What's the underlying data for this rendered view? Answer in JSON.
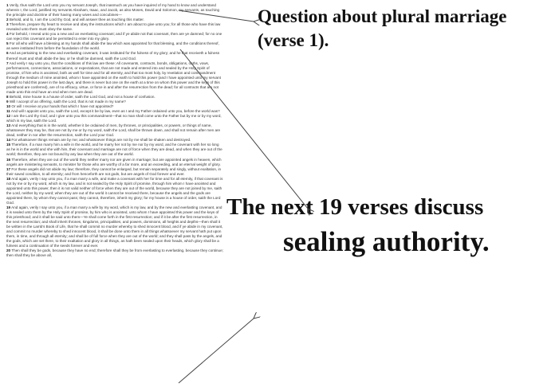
{
  "scripture": {
    "verses": [
      {
        "n": "1",
        "text": "Verily, thus saith the Lord unto you my servant Joseph, that inasmuch as you have inquired of my hand to know and understand wherein I, the Lord, justified my servants Abraham, Isaac, and Jacob, as also Moses, David and Solomon, my servants, as touching the principle and doctrine of their having many wives and concubines—"
      },
      {
        "n": "2",
        "text": "Behold, and lo, I am the Lord thy God, and will answer thee as touching this matter."
      },
      {
        "n": "3",
        "text": "Therefore, prepare thy heart to receive and obey the instructions which I am about to give unto you; for all those who have this law revealed unto them must obey the same."
      },
      {
        "n": "4",
        "text": "For behold, I reveal unto you a new and an everlasting covenant; and if ye abide not that covenant, then are ye damned; for no one can reject this covenant and be permitted to enter into my glory."
      },
      {
        "n": "5",
        "text": "For all who will have a blessing at my hands shall abide the law which was appointed for that blessing, and the conditions thereof, as were instituted from before the foundation of the world."
      },
      {
        "n": "6",
        "text": "And as pertaining to the new and everlasting covenant, it was instituted for the fulness of my glory; and he that receiveth a fulness thereof must and shall abide the law, or he shall be damned, saith the Lord God."
      },
      {
        "n": "7",
        "text": "And verily I say unto you, that the conditions of this law are these: All covenants, contracts, bonds, obligations, oaths, vows, performances, connections, associations, or expectations, that are not made and entered into and sealed by the Holy Spirit of promise, of him who is anointed, both as well for time and for all eternity, and that too most holy, by revelation and commandment through the medium of mine anointed, whom I have appointed on the earth to hold this power (and I have appointed unto my servant Joseph to hold this power in the last days, and there is never but one on the earth at a time on whom this power and the keys of this priesthood are conferred), are of no efficacy, virtue, or force in and after the resurrection from the dead; for all contracts that are not made unto this end have an end when men are dead."
      },
      {
        "n": "8",
        "text": "Behold, mine house is a house of order, saith the Lord God, and not a house of confusion."
      },
      {
        "n": "9",
        "text": "Will I accept of an offering, saith the Lord, that is not made in my name?"
      },
      {
        "n": "10",
        "text": "Or will I receive at your hands that which I have not appointed?"
      },
      {
        "n": "11",
        "text": "And will I appoint unto you, saith the Lord, except it be by law, even as I and my Father ordained unto you, before the world was?"
      },
      {
        "n": "12",
        "text": "I am the Lord thy God; and I give unto you this commandment—that no man shall come unto the Father but by me or by my word, which is my law, saith the Lord."
      },
      {
        "n": "13",
        "text": "And everything that is in the world, whether it be ordained of men, by thrones, or principalities, or powers, or things of name, whatsoever they may be, that are not by me or by my word, saith the Lord, shall be thrown down, and shall not remain after men are dead, neither in nor after the resurrection, saith the Lord your God."
      },
      {
        "n": "14",
        "text": "For whatsoever things remain are by me; and whatsoever things are not by me shall be shaken and destroyed."
      },
      {
        "n": "15",
        "text": "Therefore, if a man marry him a wife in the world, and he marry her not by me nor by my word, and he covenant with her so long as he is in the world and she with him, their covenant and marriage are not of force when they are dead, and when they are out of the world; therefore, they are not bound by any law when they are out of the world."
      },
      {
        "n": "16",
        "text": "Therefore, when they are out of the world they neither marry nor are given in marriage; but are appointed angels in heaven, which angels are ministering servants, to minister for those who are worthy of a far more, and an exceeding, and an eternal weight of glory."
      },
      {
        "n": "17",
        "text": "For these angels did not abide my law; therefore, they cannot be enlarged, but remain separately and singly, without exaltation, in their saved condition, to all eternity; and from henceforth are not gods, but are angels of God forever and ever."
      },
      {
        "n": "18",
        "text": "And again, verily I say unto you, if a man marry a wife, and make a covenant with her for time and for all eternity, if that covenant is not by me or by my word, which is my law, and is not sealed by the Holy Spirit of promise, through him whom I have anointed and appointed unto this power, then it is not valid neither of force when they are out of the world, because they are not joined by me, saith the Lord, neither by my word; when they are out of the world it cannot be received there, because the angels and the gods are appointed there, by whom they cannot pass; they cannot, therefore, inherit my glory; for my house is a house of order, saith the Lord God."
      },
      {
        "n": "19",
        "text": "And again, verily I say unto you, if a man marry a wife by my word, which is my law, and by the new and everlasting covenant, and it is sealed unto them by the Holy Spirit of promise, by him who is anointed, unto whom I have appointed this power and the keys of this priesthood; and it shall be said unto them—Ye shall come forth in the first resurrection; and if it be after the first resurrection, in the next resurrection; and shall inherit thrones, kingdoms, principalities, and powers, dominions, all heights and depths—then shall it be written in the Lamb's Book of Life, that he shall commit no murder whereby to shed innocent blood, and if ye abide in my covenant, and commit no murder whereby to shed innocent blood, it shall be done unto them in all things whatsoever my servant hath put upon them, in time, and through all eternity; and shall be of full force when they are out of the world; and they shall pass by the angels, and the gods, which are set there, to their exaltation and glory in all things, as hath been sealed upon their heads, which glory shall be a fulness and a continuation of the seeds forever and ever."
      },
      {
        "n": "20",
        "text": "Then shall they be gods, because they have no end; therefore shall they be from everlasting to everlasting, because they continue; then shall they be above all,"
      }
    ]
  },
  "annotations": {
    "question": "Question about plural marriage (verse 1).",
    "next_line1": "The next 19 verses discuss",
    "next_line2": "sealing authority."
  }
}
